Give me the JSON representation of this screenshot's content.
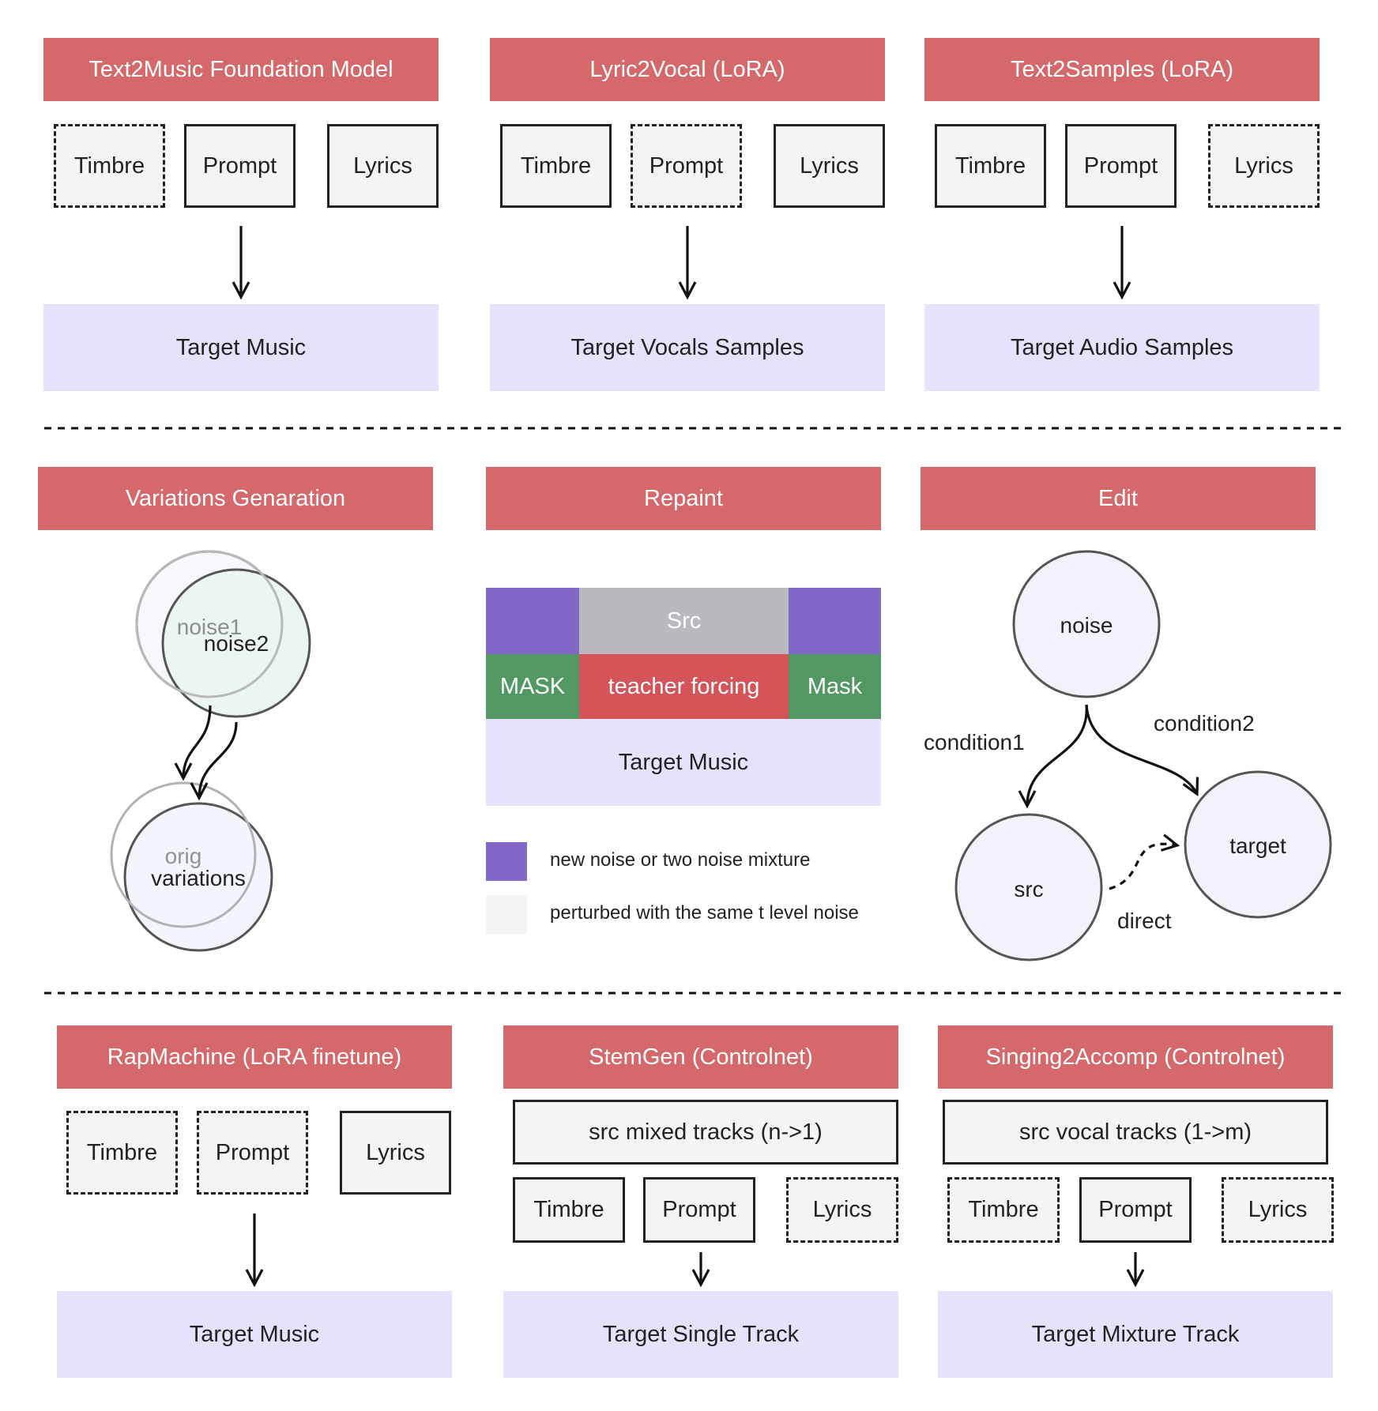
{
  "row1": [
    {
      "header": "Text2Music Foundation Model",
      "inputs": [
        {
          "label": "Timbre",
          "style": "dashed"
        },
        {
          "label": "Prompt",
          "style": "solid"
        },
        {
          "label": "Lyrics",
          "style": "solid"
        }
      ],
      "target": "Target Music"
    },
    {
      "header": "Lyric2Vocal (LoRA)",
      "inputs": [
        {
          "label": "Timbre",
          "style": "solid"
        },
        {
          "label": "Prompt",
          "style": "dashed"
        },
        {
          "label": "Lyrics",
          "style": "solid"
        }
      ],
      "target": "Target Vocals Samples"
    },
    {
      "header": "Text2Samples (LoRA)",
      "inputs": [
        {
          "label": "Timbre",
          "style": "solid"
        },
        {
          "label": "Prompt",
          "style": "solid"
        },
        {
          "label": "Lyrics",
          "style": "dashed"
        }
      ],
      "target": "Target Audio Samples"
    }
  ],
  "row2": {
    "variations": {
      "header": "Variations Genaration",
      "noise1": "noise1",
      "noise2": "noise2",
      "orig": "orig",
      "variations": "variations"
    },
    "repaint": {
      "header": "Repaint",
      "src": "Src",
      "mask_left": "MASK",
      "teacher_forcing": "teacher forcing",
      "mask_right": "Mask",
      "target": "Target Music",
      "legend": [
        {
          "text": "new noise or two noise mixture",
          "color": "#8168c8"
        },
        {
          "text": "perturbed with the same t level noise",
          "color": "#f4f4f4"
        }
      ]
    },
    "edit": {
      "header": "Edit",
      "noise": "noise",
      "src": "src",
      "target": "target",
      "condition1": "condition1",
      "condition2": "condition2",
      "direct": "direct"
    }
  },
  "row3": [
    {
      "header": "RapMachine (LoRA finetune)",
      "src": "",
      "inputs": [
        {
          "label": "Timbre",
          "style": "dashed"
        },
        {
          "label": "Prompt",
          "style": "dashed"
        },
        {
          "label": "Lyrics",
          "style": "solid"
        }
      ],
      "target": "Target Music"
    },
    {
      "header": "StemGen (Controlnet)",
      "src": "src mixed tracks (n->1)",
      "inputs": [
        {
          "label": "Timbre",
          "style": "solid"
        },
        {
          "label": "Prompt",
          "style": "solid"
        },
        {
          "label": "Lyrics",
          "style": "dashed"
        }
      ],
      "target": "Target Single Track"
    },
    {
      "header": "Singing2Accomp (Controlnet)",
      "src": "src vocal tracks (1->m)",
      "inputs": [
        {
          "label": "Timbre",
          "style": "dashed"
        },
        {
          "label": "Prompt",
          "style": "solid"
        },
        {
          "label": "Lyrics",
          "style": "dashed"
        }
      ],
      "target": "Target Mixture Track"
    }
  ],
  "colors": {
    "header": "#d4686a",
    "target": "#e8e1fc",
    "input": "#f4f4f4",
    "mask_purple": "#8168c8",
    "mask_green": "#529862",
    "teacher_red": "#d4545a",
    "src_gray": "#b8babd"
  }
}
